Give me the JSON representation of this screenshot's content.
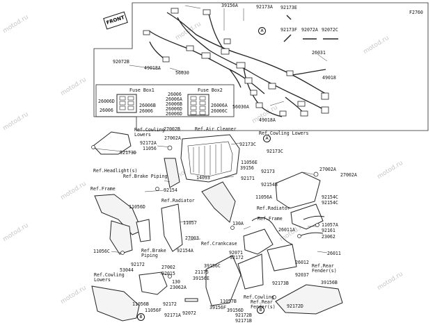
{
  "figure_id": "F2760",
  "front_label": "FRONT",
  "circle_labels": {
    "a": "A",
    "b": "B"
  },
  "fuse_box_1": {
    "title": "Fuse Box1",
    "left": [
      "26006D",
      "26006"
    ],
    "right": [
      "26006B",
      "26006"
    ]
  },
  "fuse_box_2": {
    "title": "Fuse Box2",
    "left": [
      "26006",
      "26006A",
      "26006B",
      "26006D",
      "26006D"
    ],
    "right": [
      "26006A",
      "26006C"
    ]
  },
  "part_labels": {
    "p39156A": "39156A",
    "p92173A": "92173A",
    "p92173E": "92173E",
    "p92173F": "92173F",
    "p92072A": "92072A",
    "p92072C": "92072C",
    "p26031": "26031",
    "p92072B": "92072B",
    "p49018A_top": "49018A",
    "p56030": "56030",
    "p49018": "49018",
    "p56030A": "56030A",
    "p49018A_bot": "49018A",
    "p27002B": "27002B",
    "p27002A_a": "27002A",
    "p92172A": "92172A",
    "p11056": "11056",
    "p92173D": "92173D",
    "p92173C_a": "92173C",
    "p92173C_b": "92173C",
    "p11056E": "11056E",
    "p39156": "39156",
    "p14093": "14093",
    "p92173": "92173",
    "p27002A_b": "27002A",
    "p27002A_c": "27002A",
    "p92171": "92171",
    "p92154B": "92154B",
    "p92154": "92154",
    "p11056A": "11056A",
    "p92154C": "92154C",
    "p11056D": "11056D",
    "p92154C_b": "92154C",
    "p130A": "130A",
    "p26011A": "26011A",
    "p11057A": "11057A",
    "p11057": "11057",
    "p92161": "92161",
    "p23062": "23062",
    "p27003": "27003",
    "p92154A": "92154A",
    "p26011": "26011",
    "p11056C": "11056C",
    "p92071": "92071",
    "p26012": "26012",
    "p92172_a": "92172",
    "p92172_b": "92172",
    "p53044": "53044",
    "p27002": "27002",
    "p92015": "92015",
    "p130": "130",
    "p23062A": "23062A",
    "p11056B": "11056B",
    "p11056F": "11056F",
    "p92171A": "92171A",
    "p21175": "21175",
    "p39156C": "39156C",
    "p39156E": "39156E",
    "p92037": "92037",
    "p39156B": "39156B",
    "p92173B": "92173B",
    "p92072": "92072",
    "p11057B": "11057B",
    "p39156F": "39156F",
    "p39156D": "39156D",
    "p92172_c": "92172",
    "p92172B": "92172B",
    "p92172D": "92172D",
    "p92171B": "92171B"
  },
  "ref_labels": {
    "r_cowling_a": "Ref.Cowling\nLowers",
    "r_air_cleaner": "Ref.Air Cleaner",
    "r_cowling_lowers": "Ref.Cowling Lowers",
    "r_headlight": "Ref.Headlight(s)",
    "r_brake_piping_a": "Ref.Brake Piping",
    "r_frame_a": "Ref.Frame",
    "r_radiator_a": "Ref.Radiator",
    "r_radiator_b": "Ref.Radiator",
    "r_frame_b": "Ref.Frame",
    "r_crankcase": "Ref.Crankcase",
    "r_brake_piping_b": "Ref.Brake\nPiping",
    "r_rear_fender": "Ref.Rear\nFender(s)",
    "r_cowling_b": "Ref.Cowling\nLowers",
    "r_cowling_c": "Ref.Cowling",
    "r_rear_fender_b": "Ref.Rear\nFender(s)"
  },
  "watermark": "motod.ru"
}
